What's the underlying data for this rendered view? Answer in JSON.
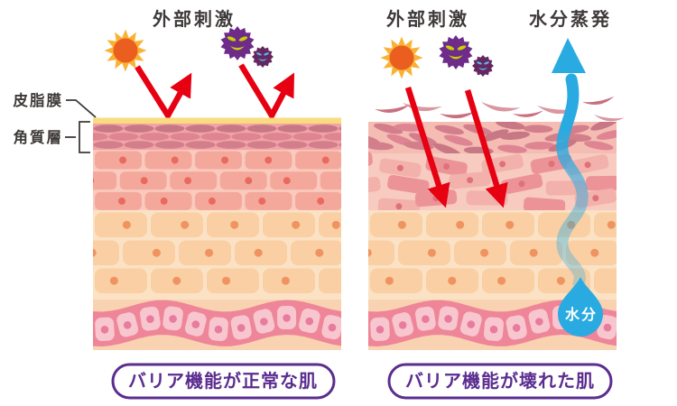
{
  "panels": {
    "normal": {
      "stimulus_label": "外部刺激",
      "caption": "バリア機能が正常な肌"
    },
    "damaged": {
      "stimulus_label": "外部刺激",
      "evaporation_label": "水分蒸発",
      "moisture_label": "水分",
      "caption": "バリア機能が壊れた肌"
    }
  },
  "anatomy": {
    "sebum_label": "皮脂膜",
    "corneum_label": "角質層"
  },
  "icons": {
    "sun": "sun-icon",
    "germ_large": "germ-icon-large",
    "germ_small": "germ-icon-small",
    "reflect_arrow": "reflect-arrow-icon",
    "penetrate_arrow": "penetrate-arrow-icon",
    "evaporation_arrow": "evaporation-arrow-icon",
    "water_drop": "water-drop-icon",
    "skin_flake": "skin-flake-icon"
  },
  "colors": {
    "text_dark": "#3E3A39",
    "caption_purple": "#5B2D8F",
    "arrow_red": "#E60012",
    "water_blue": "#29ABE2",
    "sun_core": "#EA5F1F",
    "sun_rays": "#F9B233",
    "germ_large": "#6E2B89",
    "germ_large_face": "#C6D300",
    "germ_small": "#66265F",
    "germ_small_face": "#55B8E8",
    "sebum": "#FADB80",
    "corneum_bg": "#F1A3A5",
    "corneum_cell_dark": "#C87885",
    "corneum_cell": "#DE8492",
    "corneum_cell_mid": "#D37E8B",
    "corneum_bg_damaged": "#F4BCB3",
    "brick_pink_bg": "#F9CABD",
    "brick_pink": "#F4A89C",
    "brick_pink_dot": "#E96B60",
    "brick_scatter_bg": "#F7CBBF",
    "brick_scatter_a": "#EC9397",
    "brick_scatter_b": "#F3B1AB",
    "brick_scatter_dot": "#DE7278",
    "brick_peach_bg": "#FBE2C5",
    "brick_peach": "#F9CFA3",
    "brick_peach_dot": "#EF9460",
    "basal_band": "#EE8598",
    "basal_cell": "#F8C6CE",
    "basal_dot": "#E87C9E",
    "dermis": "#F9D2B1",
    "flake_dark": "#C9707F",
    "flake_light": "#DB96A0"
  }
}
